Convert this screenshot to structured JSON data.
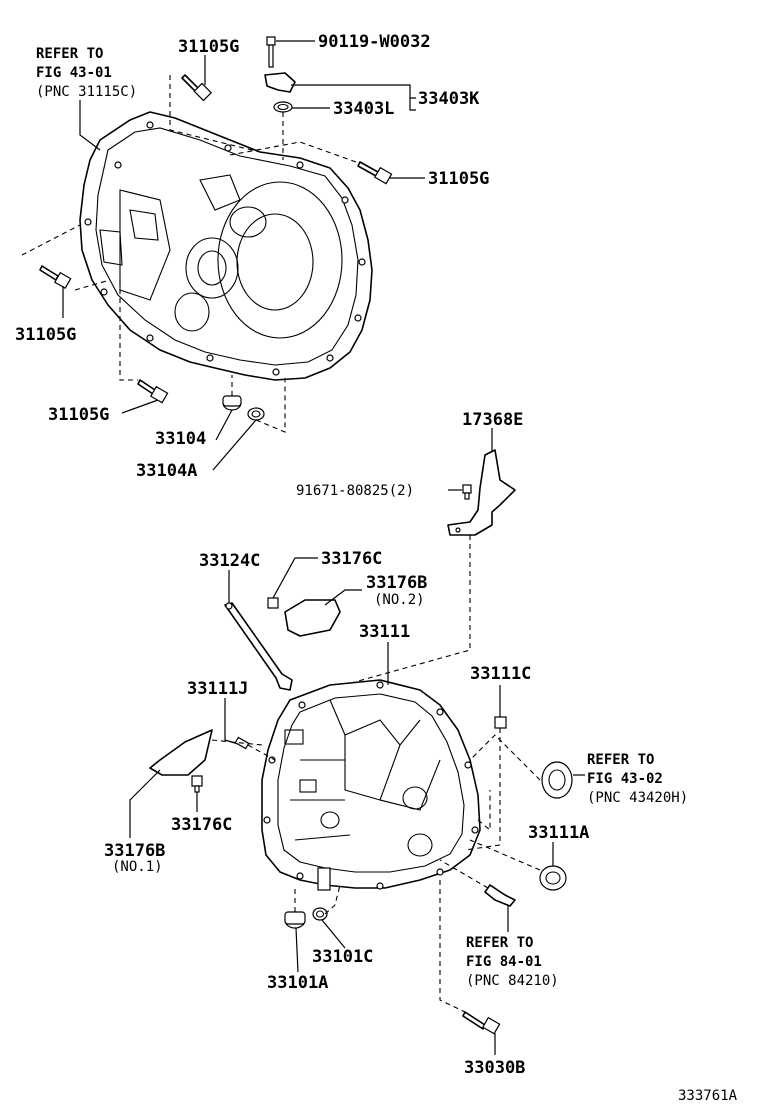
{
  "part_labels": {
    "p31105g_top": "31105G",
    "p90119": "90119-W0032",
    "p33403k": "33403K",
    "p33403l": "33403L",
    "p31105g_right": "31105G",
    "p31105g_left": "31105G",
    "p31105g_bottom": "31105G",
    "p33104": "33104",
    "p33104a": "33104A",
    "p17368e": "17368E",
    "p91671": "91671-80825(2)",
    "p33124c": "33124C",
    "p33176c_top": "33176C",
    "p33176b_top": "33176B",
    "p33176b_top_note": "(NO.2)",
    "p33111": "33111",
    "p33111j": "33111J",
    "p33111c": "33111C",
    "p33111a": "33111A",
    "p33176c_bottom": "33176C",
    "p33176b_bottom": "33176B",
    "p33176b_bottom_note": "(NO.1)",
    "p33101c": "33101C",
    "p33101a": "33101A",
    "p33030b": "33030B"
  },
  "references": {
    "ref1": {
      "line1": "REFER TO",
      "line2": "FIG 43-01",
      "line3": "(PNC 31115C)"
    },
    "ref2": {
      "line1": "REFER TO",
      "line2": "FIG 43-02",
      "line3": "(PNC 43420H)"
    },
    "ref3": {
      "line1": "REFER TO",
      "line2": "FIG 84-01",
      "line3": "(PNC 84210)"
    }
  },
  "illustration_id": "333761A"
}
